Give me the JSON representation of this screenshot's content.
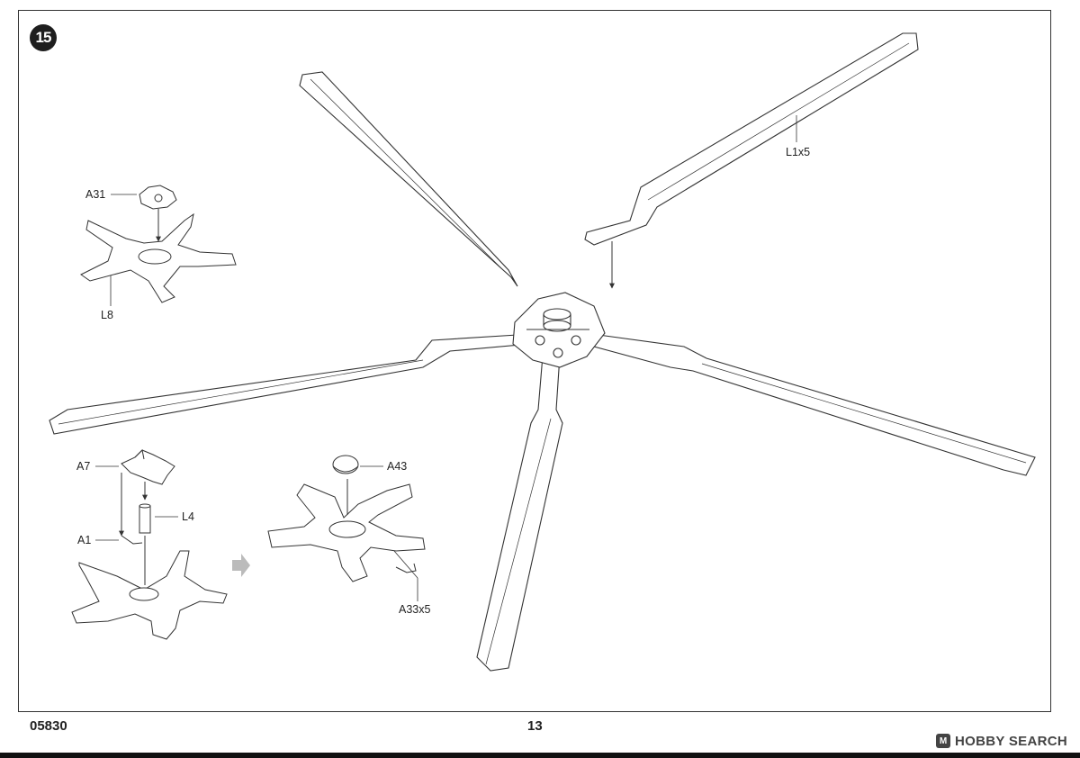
{
  "step": {
    "number": "15"
  },
  "labels": {
    "a31": "A31",
    "l8": "L8",
    "l1x5": "L1x5",
    "a7": "A7",
    "l4": "L4",
    "a1": "A1",
    "a43": "A43",
    "a33x5": "A33x5"
  },
  "footer": {
    "code": "05830",
    "page": "13"
  },
  "watermark": {
    "badge": "M",
    "text": "HOBBY SEARCH"
  },
  "colors": {
    "line": "#333333",
    "paper": "#ffffff",
    "badge": "#1e1e1e",
    "arrow": "#bbbbbb"
  },
  "icons": {
    "proceed": "right-arrow-icon",
    "watermark": "hobby-search-logo"
  }
}
